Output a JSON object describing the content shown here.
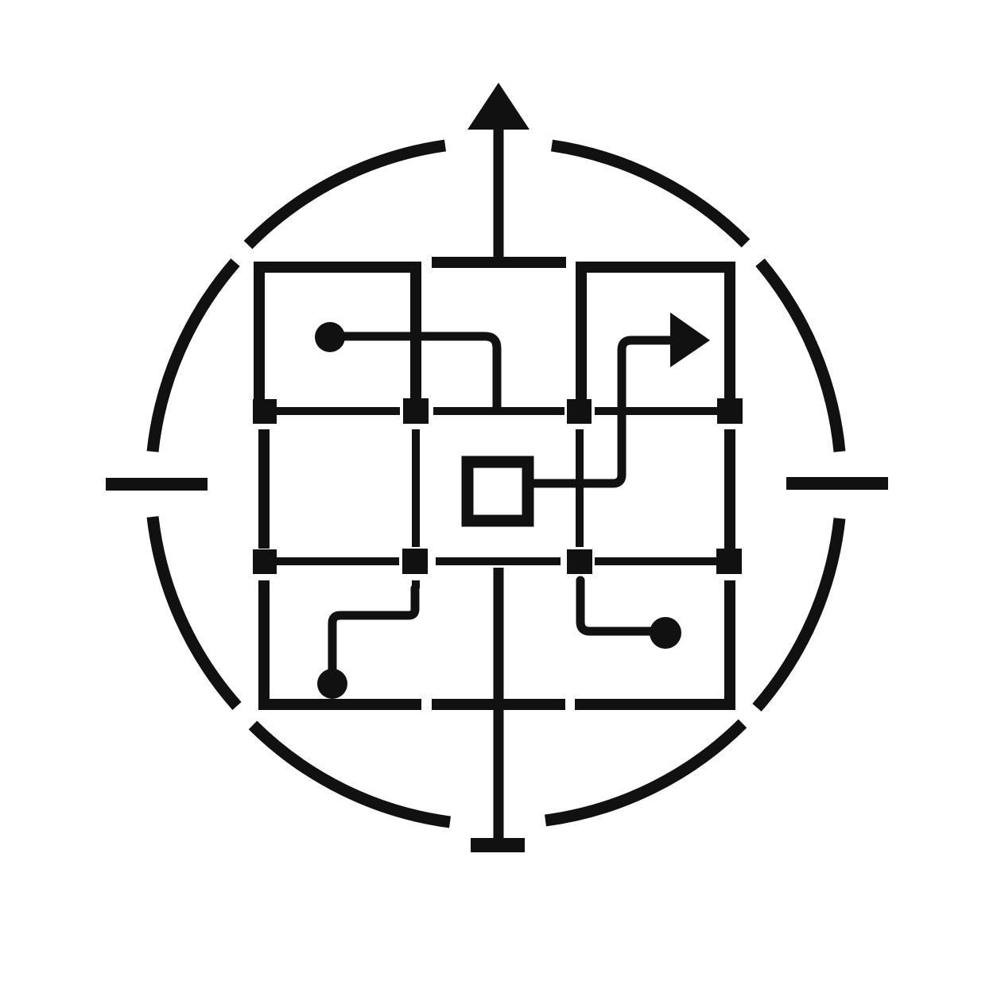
{
  "icon": {
    "name": "target-grid-path-icon",
    "ink_color": "#111111",
    "background_color": "#ffffff",
    "parts": {
      "reticle_ring": "dashed-ring",
      "reticle_ticks": "crosshair-ticks",
      "top_arrow": "up-arrow",
      "grid": "three-by-three-grid",
      "center_node": "center-square",
      "paths": [
        "top-left-path",
        "top-right-arrow-path",
        "bottom-left-path",
        "bottom-right-path"
      ]
    }
  }
}
